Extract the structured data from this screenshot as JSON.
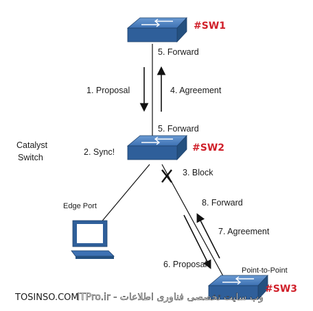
{
  "switches": {
    "sw1": {
      "label": "#SW1"
    },
    "sw2": {
      "label": "#SW2",
      "device_caption_line1": "Catalyst",
      "device_caption_line2": "Switch"
    },
    "sw3": {
      "label": "#SW3",
      "port_type": "Point-to-Point"
    }
  },
  "upper_link": {
    "forward_top": "5. Forward",
    "proposal": "1. Proposal",
    "agreement": "4. Agreement",
    "forward_bottom": "5. Forward"
  },
  "sw2_side": {
    "sync": "2. Sync!",
    "block": "3. Block",
    "edge_port": "Edge Port"
  },
  "lower_link": {
    "forward": "8. Forward",
    "agreement": "7. Agreement",
    "proposal": "6. Proposal"
  },
  "watermark": {
    "left": "TOSINSO.COM",
    "right": "ITPro.ir - وب سایت تخصصی فناوری اطلاعات"
  },
  "colors": {
    "switch_front": "#2f5f9a",
    "switch_top": "#4a80c0",
    "label_red": "#d0202a"
  }
}
